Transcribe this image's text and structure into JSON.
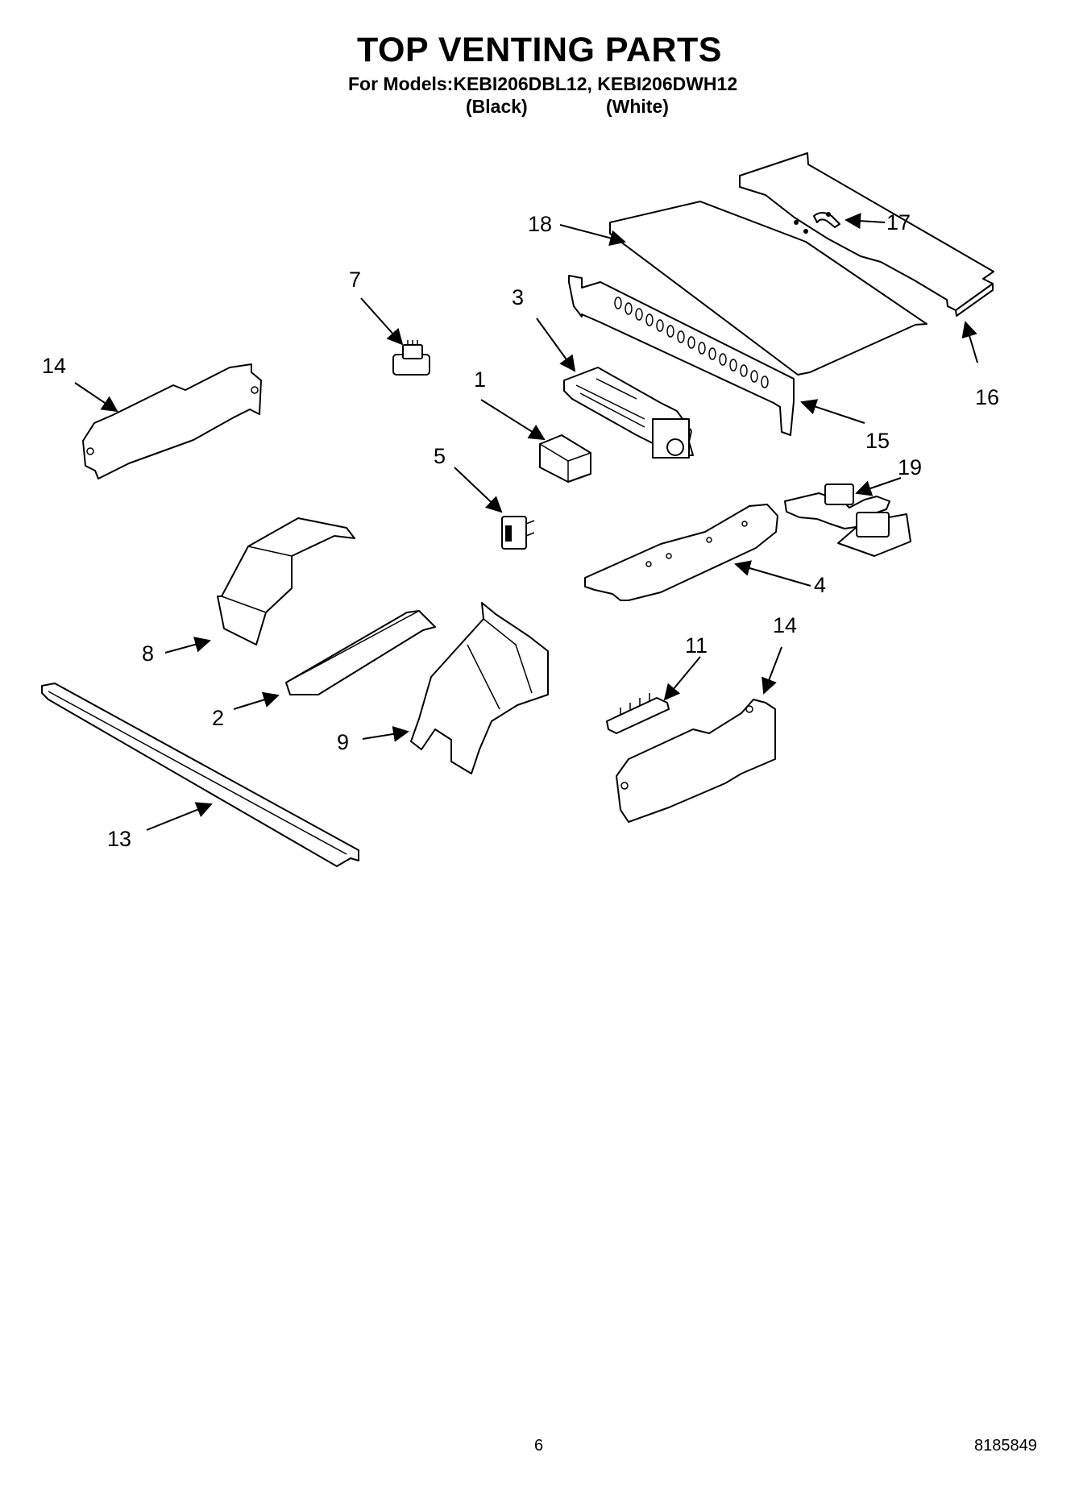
{
  "header": {
    "title": "TOP VENTING PARTS",
    "models": "For Models:KEBI206DBL12, KEBI206DWH12",
    "finish_black": "(Black)",
    "finish_white": "(White)"
  },
  "callouts": {
    "c18": "18",
    "c17": "17",
    "c16": "16",
    "c15": "15",
    "c7": "7",
    "c3": "3",
    "c14a": "14",
    "c1": "1",
    "c5": "5",
    "c19": "19",
    "c4": "4",
    "c8": "8",
    "c14b": "14",
    "c11": "11",
    "c2": "2",
    "c9": "9",
    "c13": "13"
  },
  "footer": {
    "page_number": "6",
    "document_number": "8185849"
  }
}
